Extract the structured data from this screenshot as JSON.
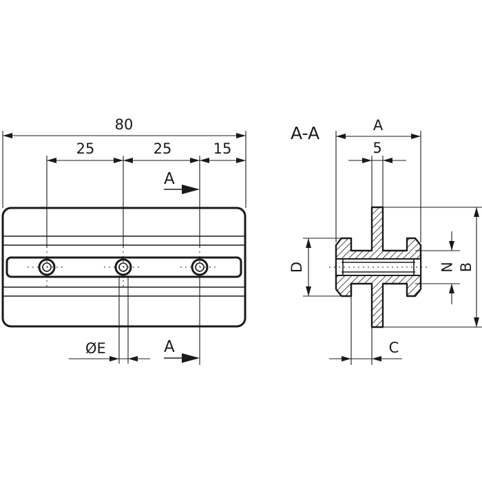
{
  "front_view": {
    "overall_length": "80",
    "hole_pitch_1": "25",
    "hole_pitch_2": "25",
    "end_offset": "15",
    "hole_diameter_label": "ØE",
    "section_marker_top": "A",
    "section_marker_bottom": "A"
  },
  "section_view": {
    "title": "A-A",
    "width_label": "A",
    "slot_width": "5",
    "height_label": "B",
    "depth_label": "C",
    "flange_label": "D",
    "neck_label": "N"
  }
}
